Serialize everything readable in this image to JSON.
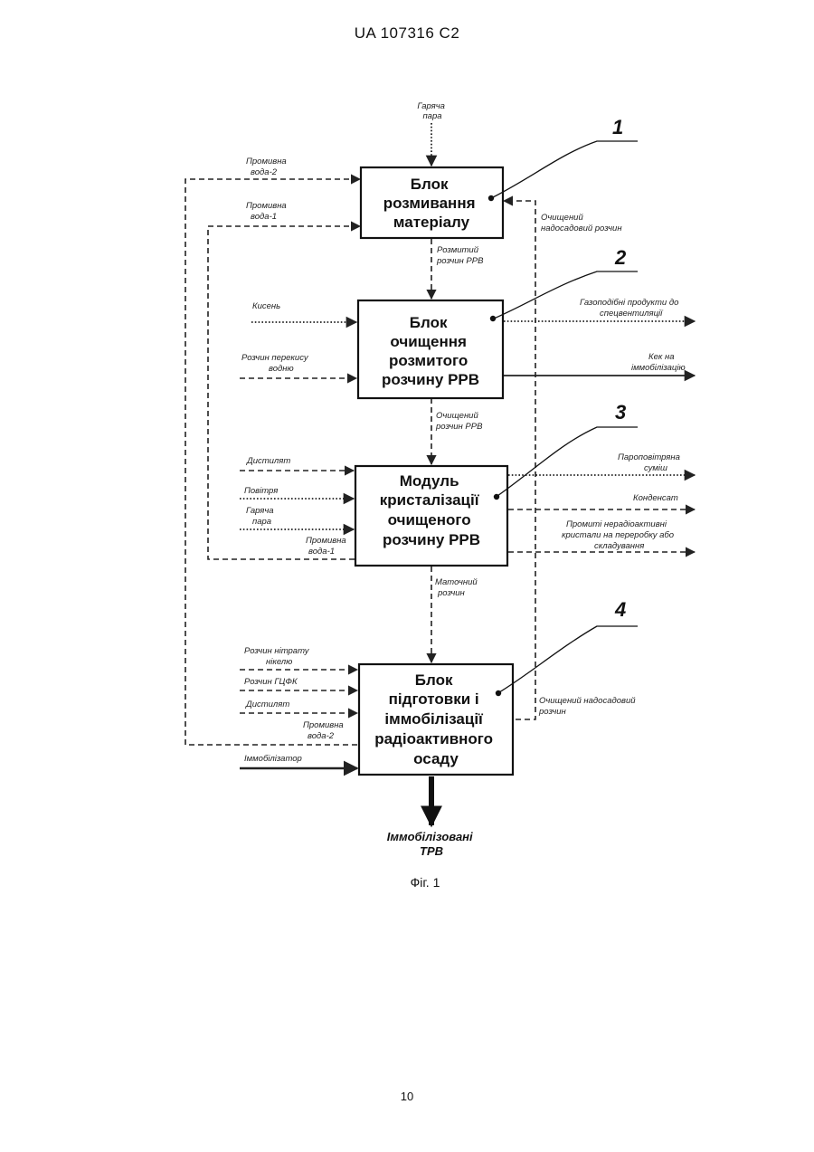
{
  "header": "UA   107316   C2",
  "page_number": "10",
  "blocks": [
    {
      "number": "1",
      "lines": [
        "Блок",
        "розмивання",
        "матеріалу"
      ]
    },
    {
      "number": "2",
      "lines": [
        "Блок",
        "очищення",
        "розмитого",
        "розчину РРВ"
      ]
    },
    {
      "number": "3",
      "lines": [
        "Модуль",
        "кристалізації",
        "очищеного",
        "розчину РРВ"
      ]
    },
    {
      "number": "4",
      "lines": [
        "Блок",
        "підготовки і",
        "іммобілізації",
        "радіоактивного",
        "осаду"
      ]
    }
  ],
  "labels": {
    "hot_steam_top": [
      "Гаряча",
      "пара"
    ],
    "wash_water_2_top": [
      "Промивна",
      "вода-2"
    ],
    "wash_water_1_top": [
      "Промивна",
      "вода-1"
    ],
    "purified_supernatant_top": [
      "Очищений",
      "надосадовий розчин"
    ],
    "washed_solution": [
      "Розмитий",
      "розчин РРВ"
    ],
    "oxygen": [
      "Кисень"
    ],
    "peroxide": [
      "Розчин перекису",
      "водню"
    ],
    "gas_products": [
      "Газоподібні продукти до",
      "спецвентиляції"
    ],
    "cake": [
      "Кек на",
      "іммобілізацію"
    ],
    "purified_solution": [
      "Очищений",
      "розчин РРВ"
    ],
    "distillate_3": [
      "Дистилят"
    ],
    "air": [
      "Повітря"
    ],
    "hot_steam_3": [
      "Гаряча",
      "пара"
    ],
    "wash_water_1_out": [
      "Промивна",
      "вода-1"
    ],
    "vapor_air": [
      "Пароповітряна",
      "суміш"
    ],
    "condensate": [
      "Конденсат"
    ],
    "washed_crystals": [
      "Промиті нерадіоактивні",
      "кристали на переробку або",
      "складування"
    ],
    "mother_liquor": [
      "Маточний",
      "розчин"
    ],
    "nickel_nitrate": [
      "Розчин нітрату",
      "нікелю"
    ],
    "gcfk": [
      "Розчин ГЦФК"
    ],
    "distillate_4": [
      "Дистилят"
    ],
    "wash_water_2_out": [
      "Промивна",
      "вода-2"
    ],
    "immobilizer": [
      "Іммобілізатор"
    ],
    "purified_supernatant_bottom": [
      "Очищений надосадовий",
      "розчин"
    ]
  },
  "output": [
    "Іммобілізовані",
    "ТРВ"
  ],
  "caption": "Фіг. 1"
}
